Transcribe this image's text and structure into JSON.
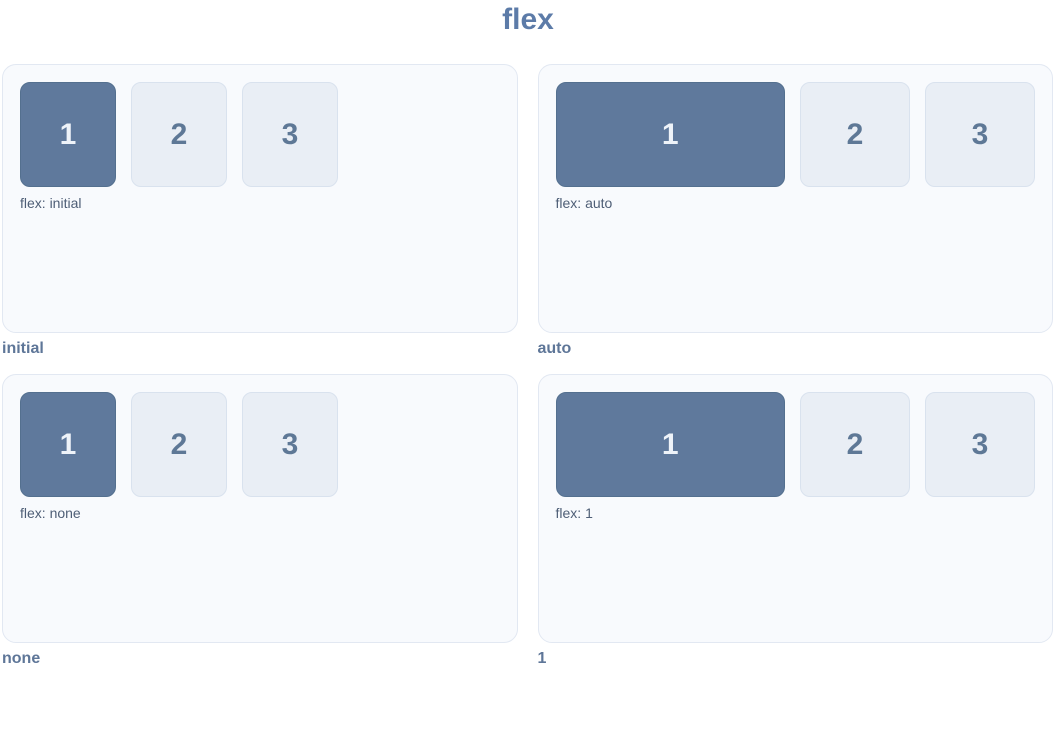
{
  "page": {
    "title": "flex"
  },
  "colors": {
    "title_text": "#5c7ba8",
    "label_text": "#5e7698",
    "caption_text": "#4e5e76",
    "card_bg": "#f8fafd",
    "card_border": "#e2e8f2",
    "box_light_bg": "#e9eef5",
    "box_light_border": "#d9e2ee",
    "box_number_text": "#5e7896",
    "accent_dark": "#5f799c",
    "accent_dark_border": "#54708f",
    "accent_text_light": "#eef3f9"
  },
  "panels": [
    {
      "label": "initial",
      "caption": "flex: initial",
      "items": [
        {
          "text": "1",
          "highlight": true,
          "grow": false
        },
        {
          "text": "2",
          "highlight": false,
          "grow": false
        },
        {
          "text": "3",
          "highlight": false,
          "grow": false
        }
      ]
    },
    {
      "label": "auto",
      "caption": "flex: auto",
      "items": [
        {
          "text": "1",
          "highlight": true,
          "grow": true
        },
        {
          "text": "2",
          "highlight": false,
          "grow": false
        },
        {
          "text": "3",
          "highlight": false,
          "grow": false
        }
      ]
    },
    {
      "label": "none",
      "caption": "flex: none",
      "items": [
        {
          "text": "1",
          "highlight": true,
          "grow": false
        },
        {
          "text": "2",
          "highlight": false,
          "grow": false
        },
        {
          "text": "3",
          "highlight": false,
          "grow": false
        }
      ]
    },
    {
      "label": "1",
      "caption": "flex: 1",
      "items": [
        {
          "text": "1",
          "highlight": true,
          "grow": true
        },
        {
          "text": "2",
          "highlight": false,
          "grow": false
        },
        {
          "text": "3",
          "highlight": false,
          "grow": false
        }
      ]
    }
  ]
}
